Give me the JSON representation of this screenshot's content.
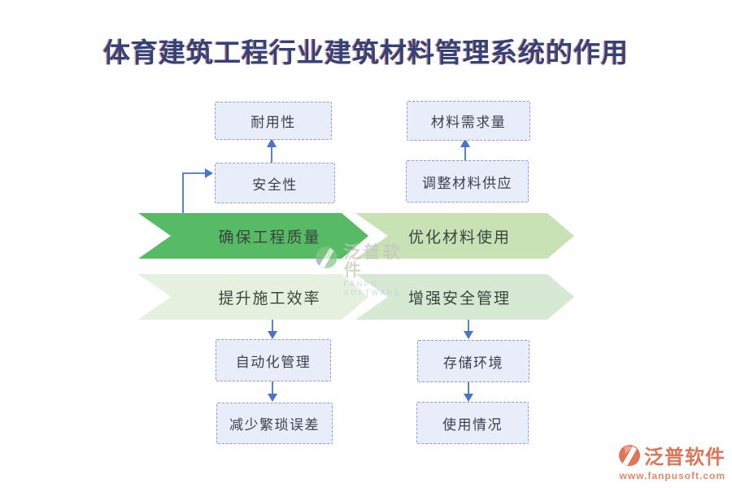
{
  "title": {
    "text": "体育建筑工程行业建筑材料管理系统的作用"
  },
  "colors": {
    "title": "#35427A",
    "connector": "#4A74C9",
    "box_fill": "#E9EDF9",
    "box_border": "#8E9CD9",
    "logo_salmon": "#DF7558"
  },
  "columns": [
    {
      "id": "quality",
      "top_boxes": [
        {
          "label": "耐用性"
        },
        {
          "label": "安全性"
        }
      ],
      "banners": [
        {
          "label": "确保工程质量",
          "color": "#56BB64"
        },
        {
          "label": "提升施工效率",
          "color": "#E5F1DF"
        }
      ],
      "bottom_boxes": [
        {
          "label": "自动化管理"
        },
        {
          "label": "减少繁琐误差"
        }
      ]
    },
    {
      "id": "material",
      "top_boxes": [
        {
          "label": "材料需求量"
        },
        {
          "label": "调整材料供应"
        }
      ],
      "banners": [
        {
          "label": "优化材料使用",
          "color": "#C8E2B5"
        },
        {
          "label": "增强安全管理",
          "color": "#D6E9D3"
        }
      ],
      "bottom_boxes": [
        {
          "label": "存储环境"
        },
        {
          "label": "使用情况"
        }
      ]
    }
  ],
  "watermark": {
    "brand": "泛普软件",
    "subtitle": "FANPU SOFTWARE"
  },
  "footer_logo": {
    "brand": "泛普软件",
    "url": "www.fanpusoft.com"
  }
}
